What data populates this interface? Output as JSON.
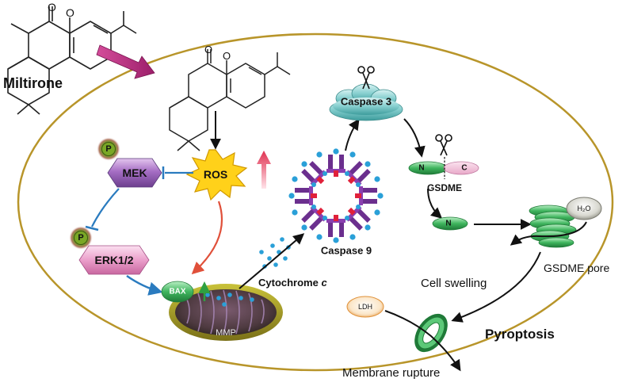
{
  "labels": {
    "miltirone": "Miltirone",
    "ros": "ROS",
    "mek": "MEK",
    "erk": "ERK1/2",
    "phospho": "P",
    "bax": "BAX",
    "mmp": "MMP",
    "cytochrome_prefix": "Cytochrome ",
    "cytochrome_suffix": "c",
    "caspase9": "Caspase 9",
    "caspase3": "Caspase 3",
    "gsdme": "GSDME",
    "n_term": "N",
    "c_term": "C",
    "n_free": "N",
    "h2o": "H₂O",
    "gsdme_pore": "GSDME pore",
    "cell_swelling": "Cell swelling",
    "ldh": "LDH",
    "pyroptosis": "Pyroptosis",
    "membrane_rupture": "Membrane rupture"
  },
  "colors": {
    "cell_membrane": "#b8952a",
    "ros_fill": "#ffd11a",
    "mek_fill": "#a070c0",
    "erk_fill": "#e89ac8",
    "caspase3_fill": "#7cc8c8",
    "gsdme_green": "#3aaa5a",
    "red_arrow": "#e0503a",
    "blue_arrow": "#2a7bbf",
    "magenta_arrow": "#c0307a",
    "cytochrome_dot": "#2aa0d8"
  }
}
